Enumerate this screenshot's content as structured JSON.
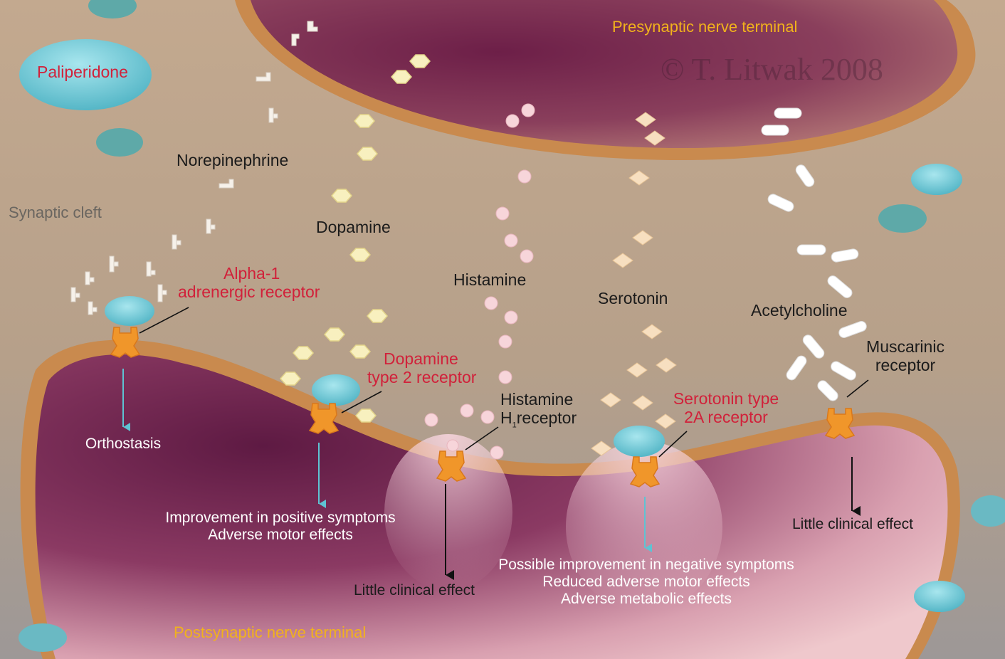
{
  "drug": {
    "name": "Paliperidone"
  },
  "regions": {
    "presynaptic": "Presynaptic nerve terminal",
    "postsynaptic": "Postsynaptic nerve terminal",
    "cleft": "Synaptic cleft"
  },
  "copyright": "© T. Litwak 2008",
  "neurotransmitters": {
    "norepinephrine": "Norepinephrine",
    "dopamine": "Dopamine",
    "histamine": "Histamine",
    "serotonin": "Serotonin",
    "acetylcholine": "Acetylcholine"
  },
  "receptors": {
    "alpha1": [
      "Alpha-1",
      "adrenergic receptor"
    ],
    "d2": [
      "Dopamine",
      "type 2 receptor"
    ],
    "h1": {
      "line1": "Histamine",
      "line2_prefix": "H",
      "subscript": "1",
      "line2_suffix": "receptor"
    },
    "ht2a": [
      "Serotonin type",
      "2A receptor"
    ],
    "muscarinic": [
      "Muscarinic",
      "receptor"
    ]
  },
  "effects": {
    "alpha1": [
      "Orthostasis"
    ],
    "d2": [
      "Improvement in positive symptoms",
      "Adverse motor effects"
    ],
    "h1": [
      "Little clinical effect"
    ],
    "ht2a": [
      "Possible improvement in negative symptoms",
      "Reduced adverse motor effects",
      "Adverse metabolic effects"
    ],
    "muscarinic": [
      "Little clinical effect"
    ]
  },
  "colors": {
    "background": "#b9a48f",
    "membrane": "#c98a4e",
    "terminal_inner": "#7a2a52",
    "paliperidone": "#6ec8d6",
    "receptor": "#f0962a",
    "label_red": "#d1213a",
    "label_yellow": "#f1b21c",
    "blue_arrow": "#5ec3d3"
  }
}
